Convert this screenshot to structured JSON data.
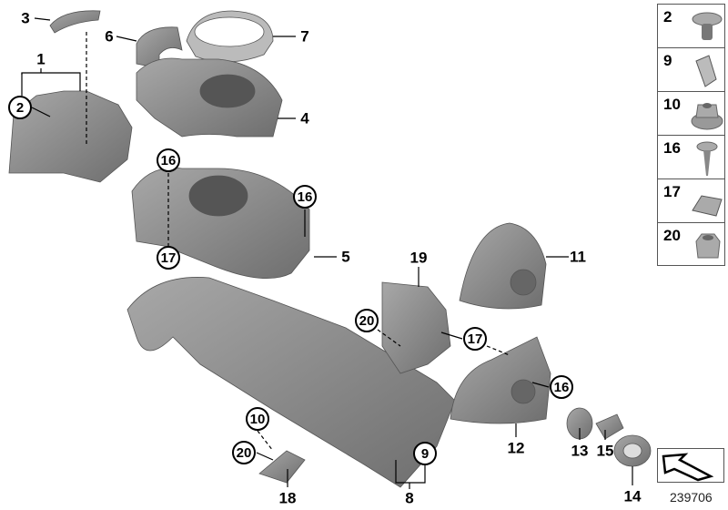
{
  "diagram": {
    "callouts": [
      "1",
      "2",
      "3",
      "4",
      "5",
      "6",
      "7",
      "8",
      "9",
      "10",
      "11",
      "12",
      "13",
      "14",
      "15",
      "16",
      "17",
      "18",
      "19",
      "20"
    ],
    "circled_callouts": {
      "c2": "2",
      "c16a": "16",
      "c16b": "16",
      "c17a": "17",
      "c20a": "20",
      "c17b": "17",
      "c16c": "16",
      "c10": "10",
      "c20b": "20",
      "c9": "9"
    },
    "legend": [
      {
        "label": "2",
        "icon": "clip-rivet"
      },
      {
        "label": "9",
        "icon": "spring-clip"
      },
      {
        "label": "10",
        "icon": "collar-nut"
      },
      {
        "label": "16",
        "icon": "screw"
      },
      {
        "label": "17",
        "icon": "speed-nut"
      },
      {
        "label": "20",
        "icon": "hex-nut"
      }
    ],
    "document_number": "239706",
    "part_color": "#8c8c8c"
  }
}
